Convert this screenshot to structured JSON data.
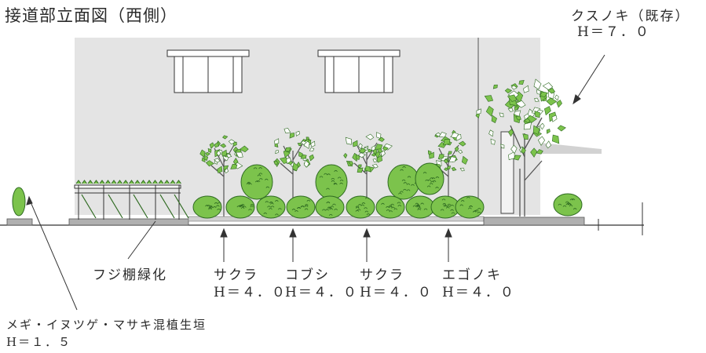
{
  "title": "接道部立面図（西側）",
  "labels": {
    "kusunoki_name": "クスノキ（既存）",
    "kusunoki_h": "H＝７．０",
    "fuji": "フジ棚緑化",
    "sakura1_name": "サクラ",
    "sakura1_h": "H＝４．０",
    "kobushi_name": "コブシ",
    "kobushi_h": "H＝４．０",
    "sakura2_name": "サクラ",
    "sakura2_h": "H＝４．０",
    "egonoki_name": "エゴノキ",
    "egonoki_h": "H＝４．０",
    "hedge_name": "メギ・イヌツゲ・マサキ混植生垣",
    "hedge_h": "H＝１．５"
  },
  "colors": {
    "wall": "#e4e4e4",
    "ground": "#b0b0b0",
    "leaf": "#7cc34c",
    "leaf_dark": "#2f6b22",
    "line": "#333333"
  },
  "icons": {
    "arrow": "arrow-up-icon"
  }
}
